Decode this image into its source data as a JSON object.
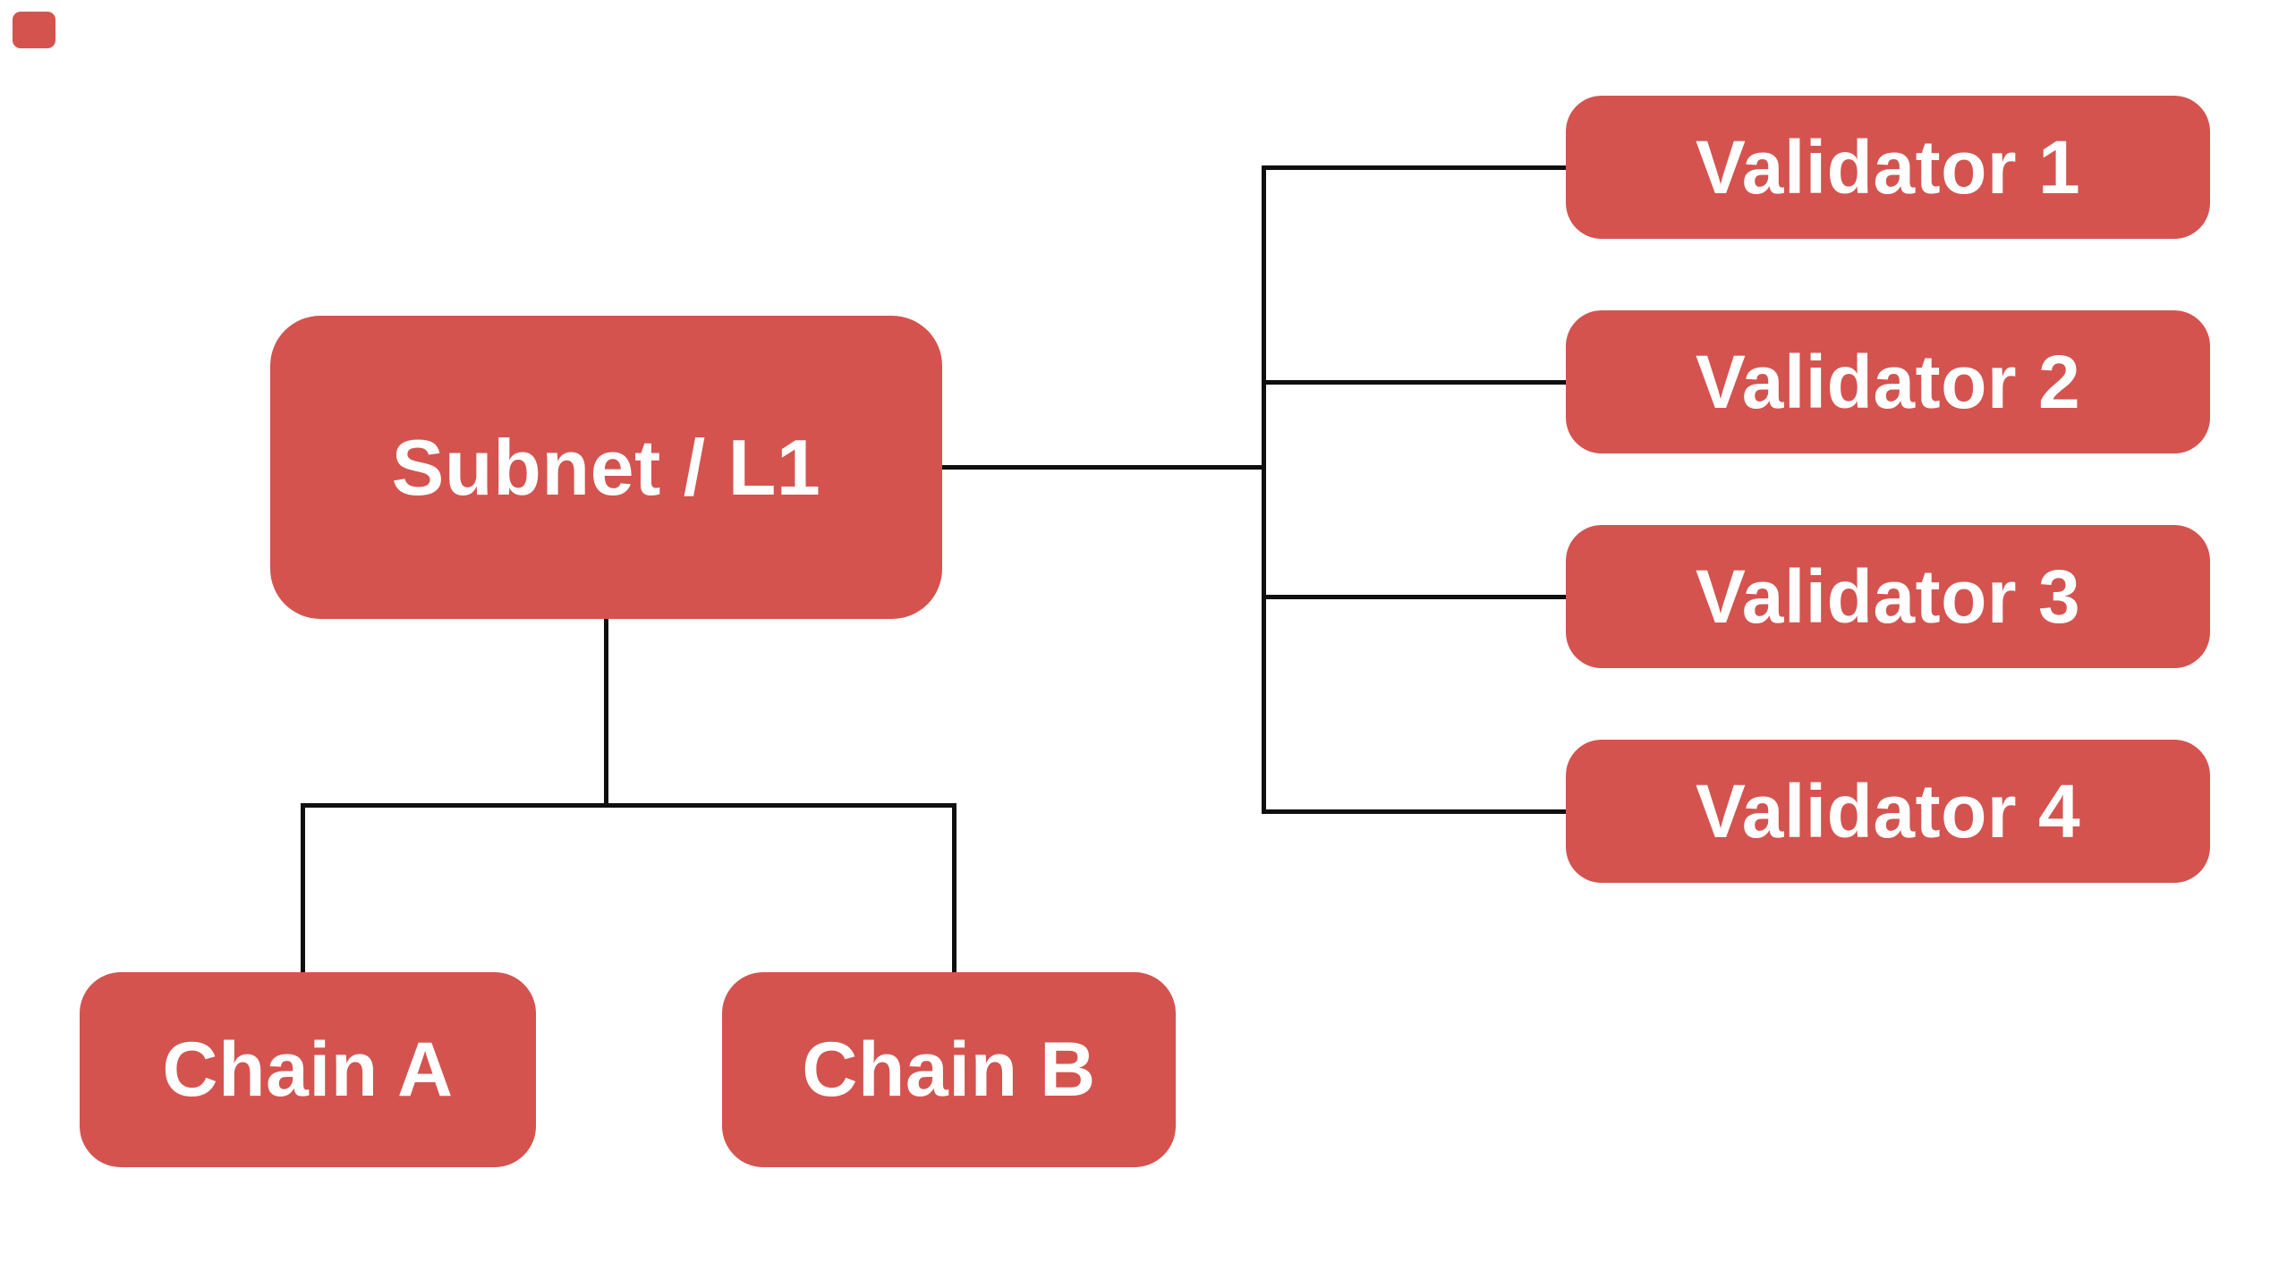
{
  "colors": {
    "background": "#ffffff",
    "node_fill": "#d4534f",
    "node_text": "#ffffff",
    "connector": "#0f0f0f"
  },
  "nodes": {
    "subnet": {
      "label": "Subnet / L1"
    },
    "validators": [
      {
        "label": "Validator 1"
      },
      {
        "label": "Validator 2"
      },
      {
        "label": "Validator 3"
      },
      {
        "label": "Validator 4"
      }
    ],
    "chains": [
      {
        "label": "Chain A"
      },
      {
        "label": "Chain B"
      }
    ]
  }
}
